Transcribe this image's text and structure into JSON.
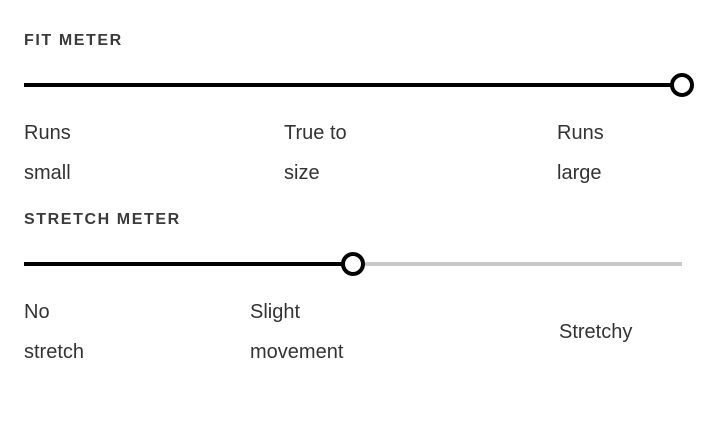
{
  "page": {
    "background_color": "#ffffff",
    "text_color": "#333333",
    "heading_color": "#3b3b3b",
    "accent_color": "#000000",
    "inactive_track_color": "#c9c9c9"
  },
  "meters": [
    {
      "heading": "FIT METER",
      "slider": {
        "name": "fit-meter-slider",
        "value_percent": 100,
        "knob_position_percent": 100,
        "filled": true
      },
      "labels": [
        {
          "text": "Runs\nsmall",
          "align": "left",
          "lines": 2
        },
        {
          "text": "True to\nsize",
          "align": "center",
          "lines": 2
        },
        {
          "text": "Runs\nlarge",
          "align": "right",
          "lines": 2
        }
      ]
    },
    {
      "heading": "STRETCH METER",
      "slider": {
        "name": "stretch-meter-slider",
        "value_percent": 50,
        "knob_position_percent": 50,
        "filled": true
      },
      "labels": [
        {
          "text": "No\nstretch",
          "align": "left",
          "lines": 2
        },
        {
          "text": "Slight\nmovement",
          "align": "center",
          "lines": 2
        },
        {
          "text": "Stretchy",
          "align": "right",
          "lines": 1
        }
      ]
    }
  ]
}
